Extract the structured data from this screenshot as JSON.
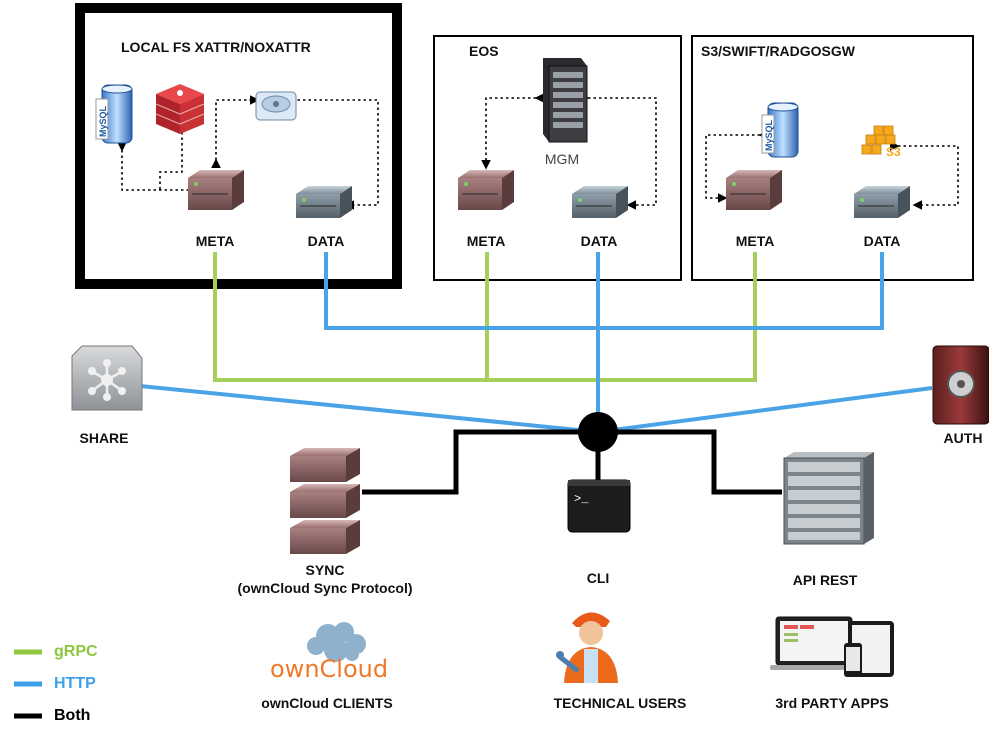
{
  "storage_panels": {
    "local": {
      "title": "LOCAL FS XATTR/NOXATTR",
      "meta_label": "META",
      "data_label": "DATA"
    },
    "eos": {
      "title": "EOS",
      "mgm_label": "MGM",
      "meta_label": "META",
      "data_label": "DATA"
    },
    "s3": {
      "title": "S3/SWIFT/RADGOSGW",
      "meta_label": "META",
      "data_label": "DATA",
      "s3_text": "S3"
    }
  },
  "db_text": "MySQL",
  "services": {
    "share": "SHARE",
    "auth": "AUTH",
    "sync_title": "SYNC",
    "sync_subtitle": "(ownCloud Sync Protocol)",
    "cli": "CLI",
    "api": "API REST",
    "cli_prompt": ">_"
  },
  "clients": {
    "owncloud_logo_text": "ownCloud",
    "owncloud": "ownCloud CLIENTS",
    "tech": "TECHNICAL USERS",
    "third": "3rd PARTY APPS"
  },
  "legend": [
    {
      "label": "gRPC",
      "color": "#8dc63f"
    },
    {
      "label": "HTTP",
      "color": "#3ba0e8"
    },
    {
      "label": "Both",
      "color": "#000000"
    }
  ],
  "colors": {
    "grpc": "#8dc63f",
    "http": "#4aa3e6",
    "both": "#000000"
  }
}
